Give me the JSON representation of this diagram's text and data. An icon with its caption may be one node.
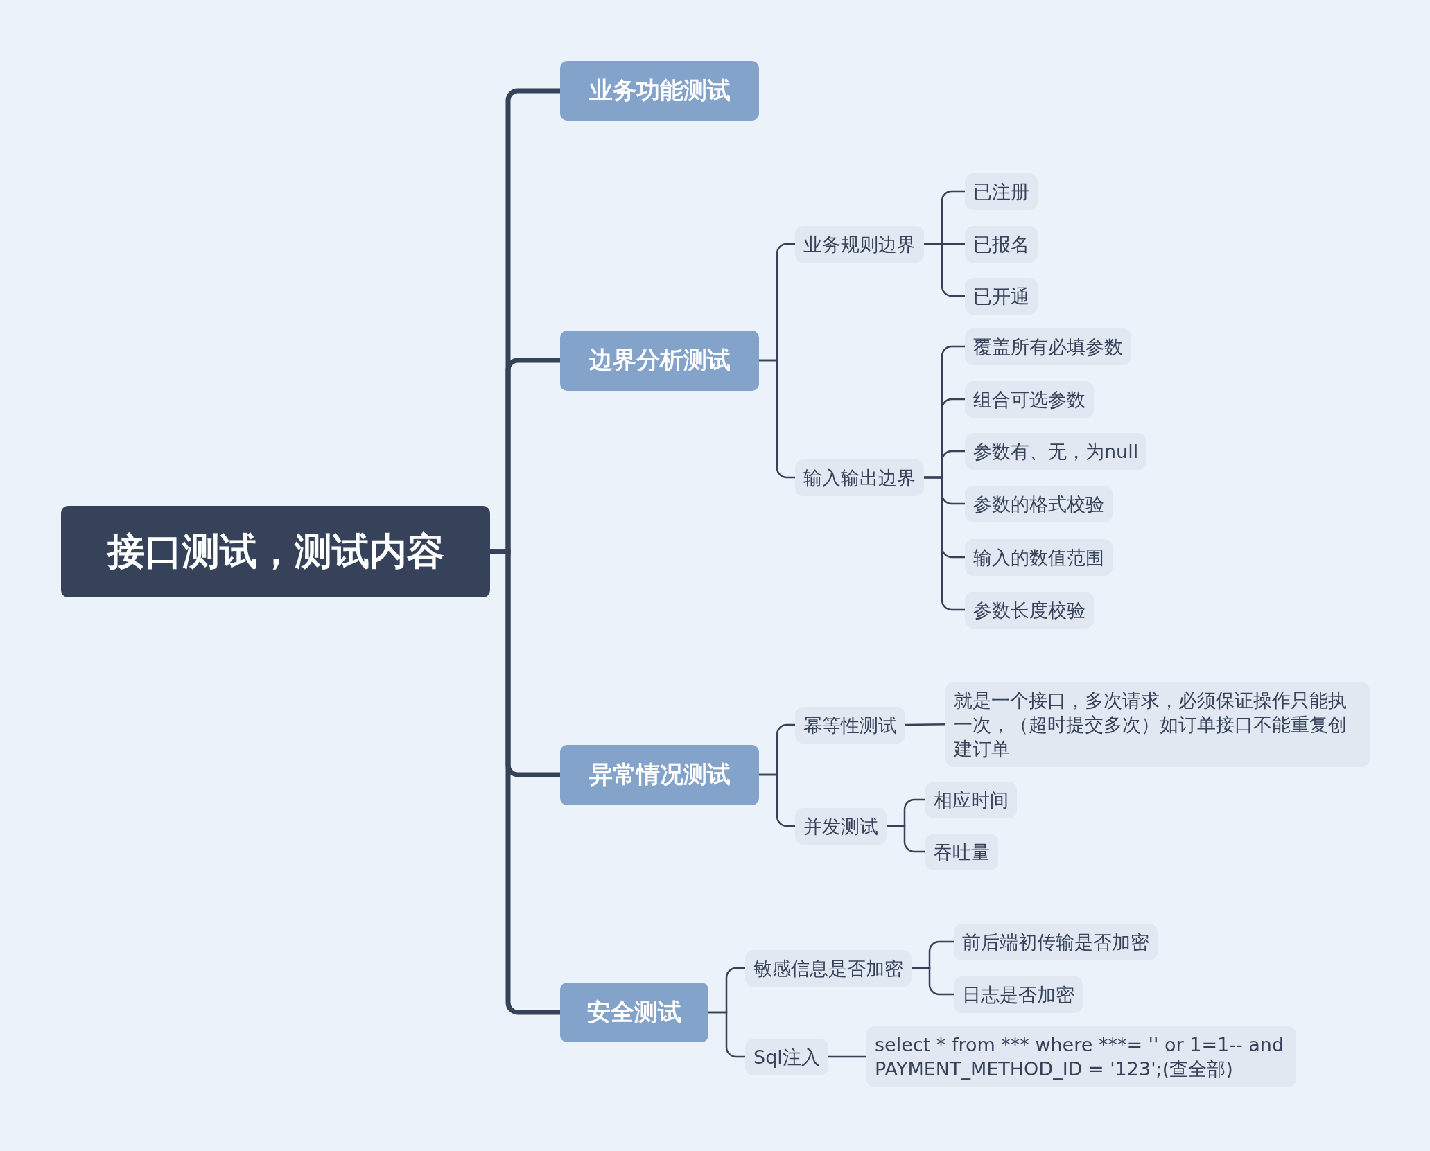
{
  "diagram": {
    "nodes": [
      {
        "text": [
          "接口测试，测试内容"
        ]
      },
      {
        "text": [
          "业务功能测试"
        ]
      },
      {
        "text": [
          "边界分析测试"
        ]
      },
      {
        "text": [
          "业务规则边界"
        ]
      },
      {
        "text": [
          "已注册"
        ]
      },
      {
        "text": [
          "已报名"
        ]
      },
      {
        "text": [
          "已开通"
        ]
      },
      {
        "text": [
          "输入输出边界"
        ]
      },
      {
        "text": [
          "覆盖所有必填参数"
        ]
      },
      {
        "text": [
          "组合可选参数"
        ]
      },
      {
        "text": [
          "参数有、无，为null"
        ]
      },
      {
        "text": [
          "参数的格式校验"
        ]
      },
      {
        "text": [
          "输入的数值范围"
        ]
      },
      {
        "text": [
          "参数长度校验"
        ]
      },
      {
        "text": [
          "异常情况测试"
        ]
      },
      {
        "text": [
          "幂等性测试"
        ]
      },
      {
        "text": [
          "就是一个接口，多次请求，必须保证操作只能执一次，（超时提交多次）如订单接口不能重复创建订单"
        ]
      },
      {
        "text": [
          "并发测试"
        ]
      },
      {
        "text": [
          "相应时间"
        ]
      },
      {
        "text": [
          "吞吐量"
        ]
      },
      {
        "text": [
          "安全测试"
        ]
      },
      {
        "text": [
          "敏感信息是否加密"
        ]
      },
      {
        "text": [
          "前后端初传输是否加密"
        ]
      },
      {
        "text": [
          "日志是否加密"
        ]
      },
      {
        "text": [
          "Sql注入"
        ]
      },
      {
        "text": [
          "select * from *** where ***= '' or 1=1-- and PAYMENT_METHOD_ID = '123';(查全部)"
        ]
      }
    ],
    "edges": [
      {
        "from": 0,
        "to": 1,
        "arrow": "none",
        "style": "thick"
      },
      {
        "from": 0,
        "to": 2,
        "arrow": "none",
        "style": "thick"
      },
      {
        "from": 0,
        "to": 14,
        "arrow": "none",
        "style": "thick"
      },
      {
        "from": 0,
        "to": 20,
        "arrow": "none",
        "style": "thick"
      },
      {
        "from": 2,
        "to": 3,
        "arrow": "none"
      },
      {
        "from": 2,
        "to": 7,
        "arrow": "none"
      },
      {
        "from": 3,
        "to": 4,
        "arrow": "none"
      },
      {
        "from": 3,
        "to": 5,
        "arrow": "none"
      },
      {
        "from": 3,
        "to": 6,
        "arrow": "none"
      },
      {
        "from": 7,
        "to": 8,
        "arrow": "none"
      },
      {
        "from": 7,
        "to": 9,
        "arrow": "none"
      },
      {
        "from": 7,
        "to": 10,
        "arrow": "none"
      },
      {
        "from": 7,
        "to": 11,
        "arrow": "none"
      },
      {
        "from": 7,
        "to": 12,
        "arrow": "none"
      },
      {
        "from": 7,
        "to": 13,
        "arrow": "none"
      },
      {
        "from": 14,
        "to": 15,
        "arrow": "none"
      },
      {
        "from": 14,
        "to": 17,
        "arrow": "none"
      },
      {
        "from": 15,
        "to": 16,
        "arrow": "none"
      },
      {
        "from": 17,
        "to": 18,
        "arrow": "none"
      },
      {
        "from": 17,
        "to": 19,
        "arrow": "none"
      },
      {
        "from": 20,
        "to": 21,
        "arrow": "none"
      },
      {
        "from": 20,
        "to": 24,
        "arrow": "none"
      },
      {
        "from": 21,
        "to": 22,
        "arrow": "none"
      },
      {
        "from": 21,
        "to": 23,
        "arrow": "none"
      },
      {
        "from": 24,
        "to": 25,
        "arrow": "none"
      }
    ]
  }
}
